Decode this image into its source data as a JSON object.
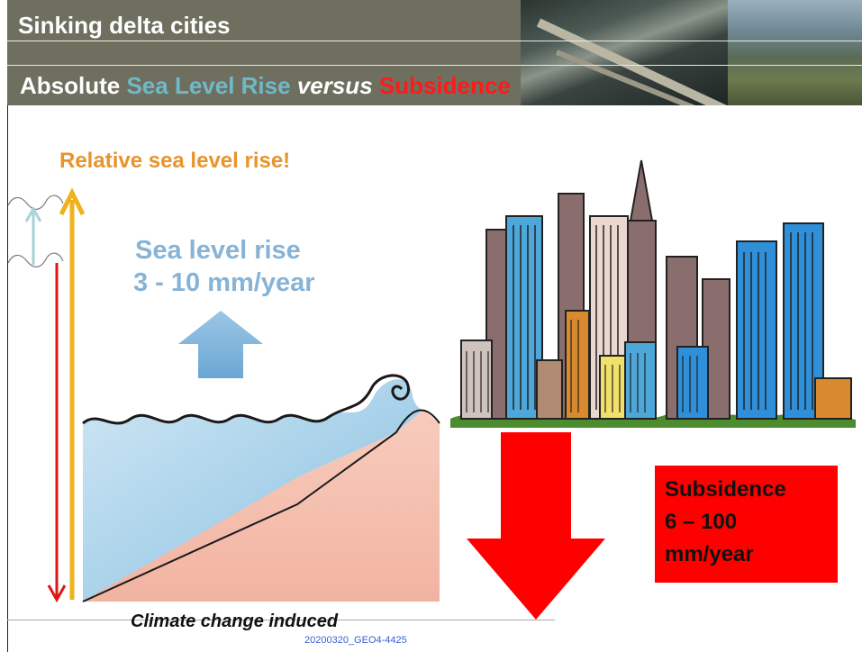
{
  "header": {
    "title": "Sinking delta cities",
    "subtitle_part1": "Absolute ",
    "subtitle_sea": "Sea Level Rise",
    "subtitle_versus": "versus",
    "subtitle_subsidence": "Subsidence"
  },
  "diagram": {
    "relative_label": "Relative sea level rise!",
    "sea_level_line1": "Sea level rise",
    "sea_level_line2": "3 - 10 mm/year",
    "subsidence_line1": "Subsidence",
    "subsidence_line2": "6 – 100",
    "subsidence_line3": "mm/year",
    "caption": "Climate change induced"
  },
  "footer": {
    "code": "20200320_GEO4-4425"
  },
  "colors": {
    "header_bg": "#6f6f60",
    "sea_text": "#6fb9c8",
    "subsidence_red": "#ff0000",
    "relative_orange": "#e8942c",
    "arrow_orange": "#f0b21c",
    "sea_blue": "#a9d1ea",
    "land_pink": "#f3b8a8"
  }
}
